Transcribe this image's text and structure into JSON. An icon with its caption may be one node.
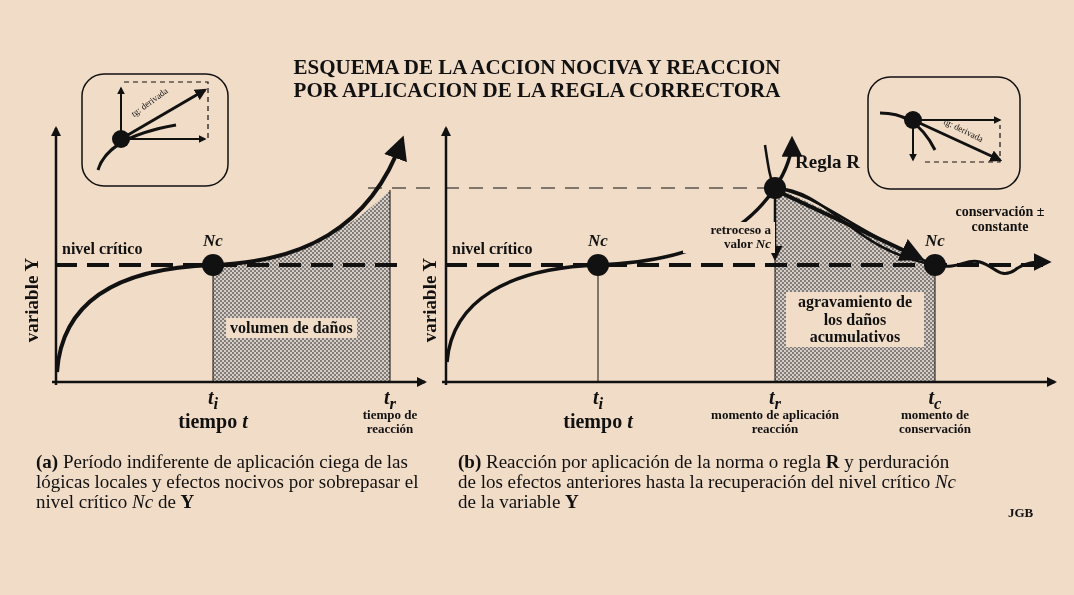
{
  "diagram": {
    "title": "ESQUEMA DE LA ACCION NOCIVA Y REACCION POR APLICACION DE LA REGLA CORRECTORA",
    "labels": [
      "tg: derivada",
      "Regla R",
      "tg: derivada",
      "variable Y",
      "nivel crítico",
      "Nc",
      "volumen de daños",
      "t$_{i}$",
      "t$_{r}$",
      "tiempo *t*",
      "tiempo de reacción",
      "variable Y",
      "nivel crítico",
      "Nc",
      "retroceso a valor *Nc*",
      "Nc",
      "conservación ± constante",
      "agravamiento de los daños acumulativos",
      "t$_{i}$",
      "t$_{r}$",
      "t$_{c}$",
      "tiempo *t*",
      "momento de aplicación reacción",
      "momento de conservación",
      "**(a)** Período indiferente de aplicación ciega de las lógicas locales y efectos nocivos por sobrepasar el nivel crítico *Nc* de **Y**",
      "**(b)** Reacción por aplicación de la norma o regla **R** y perduración de los efectos anteriores hasta la recuperación del nivel crítico *Nc* de la variable **Y**",
      "JGB"
    ]
  }
}
